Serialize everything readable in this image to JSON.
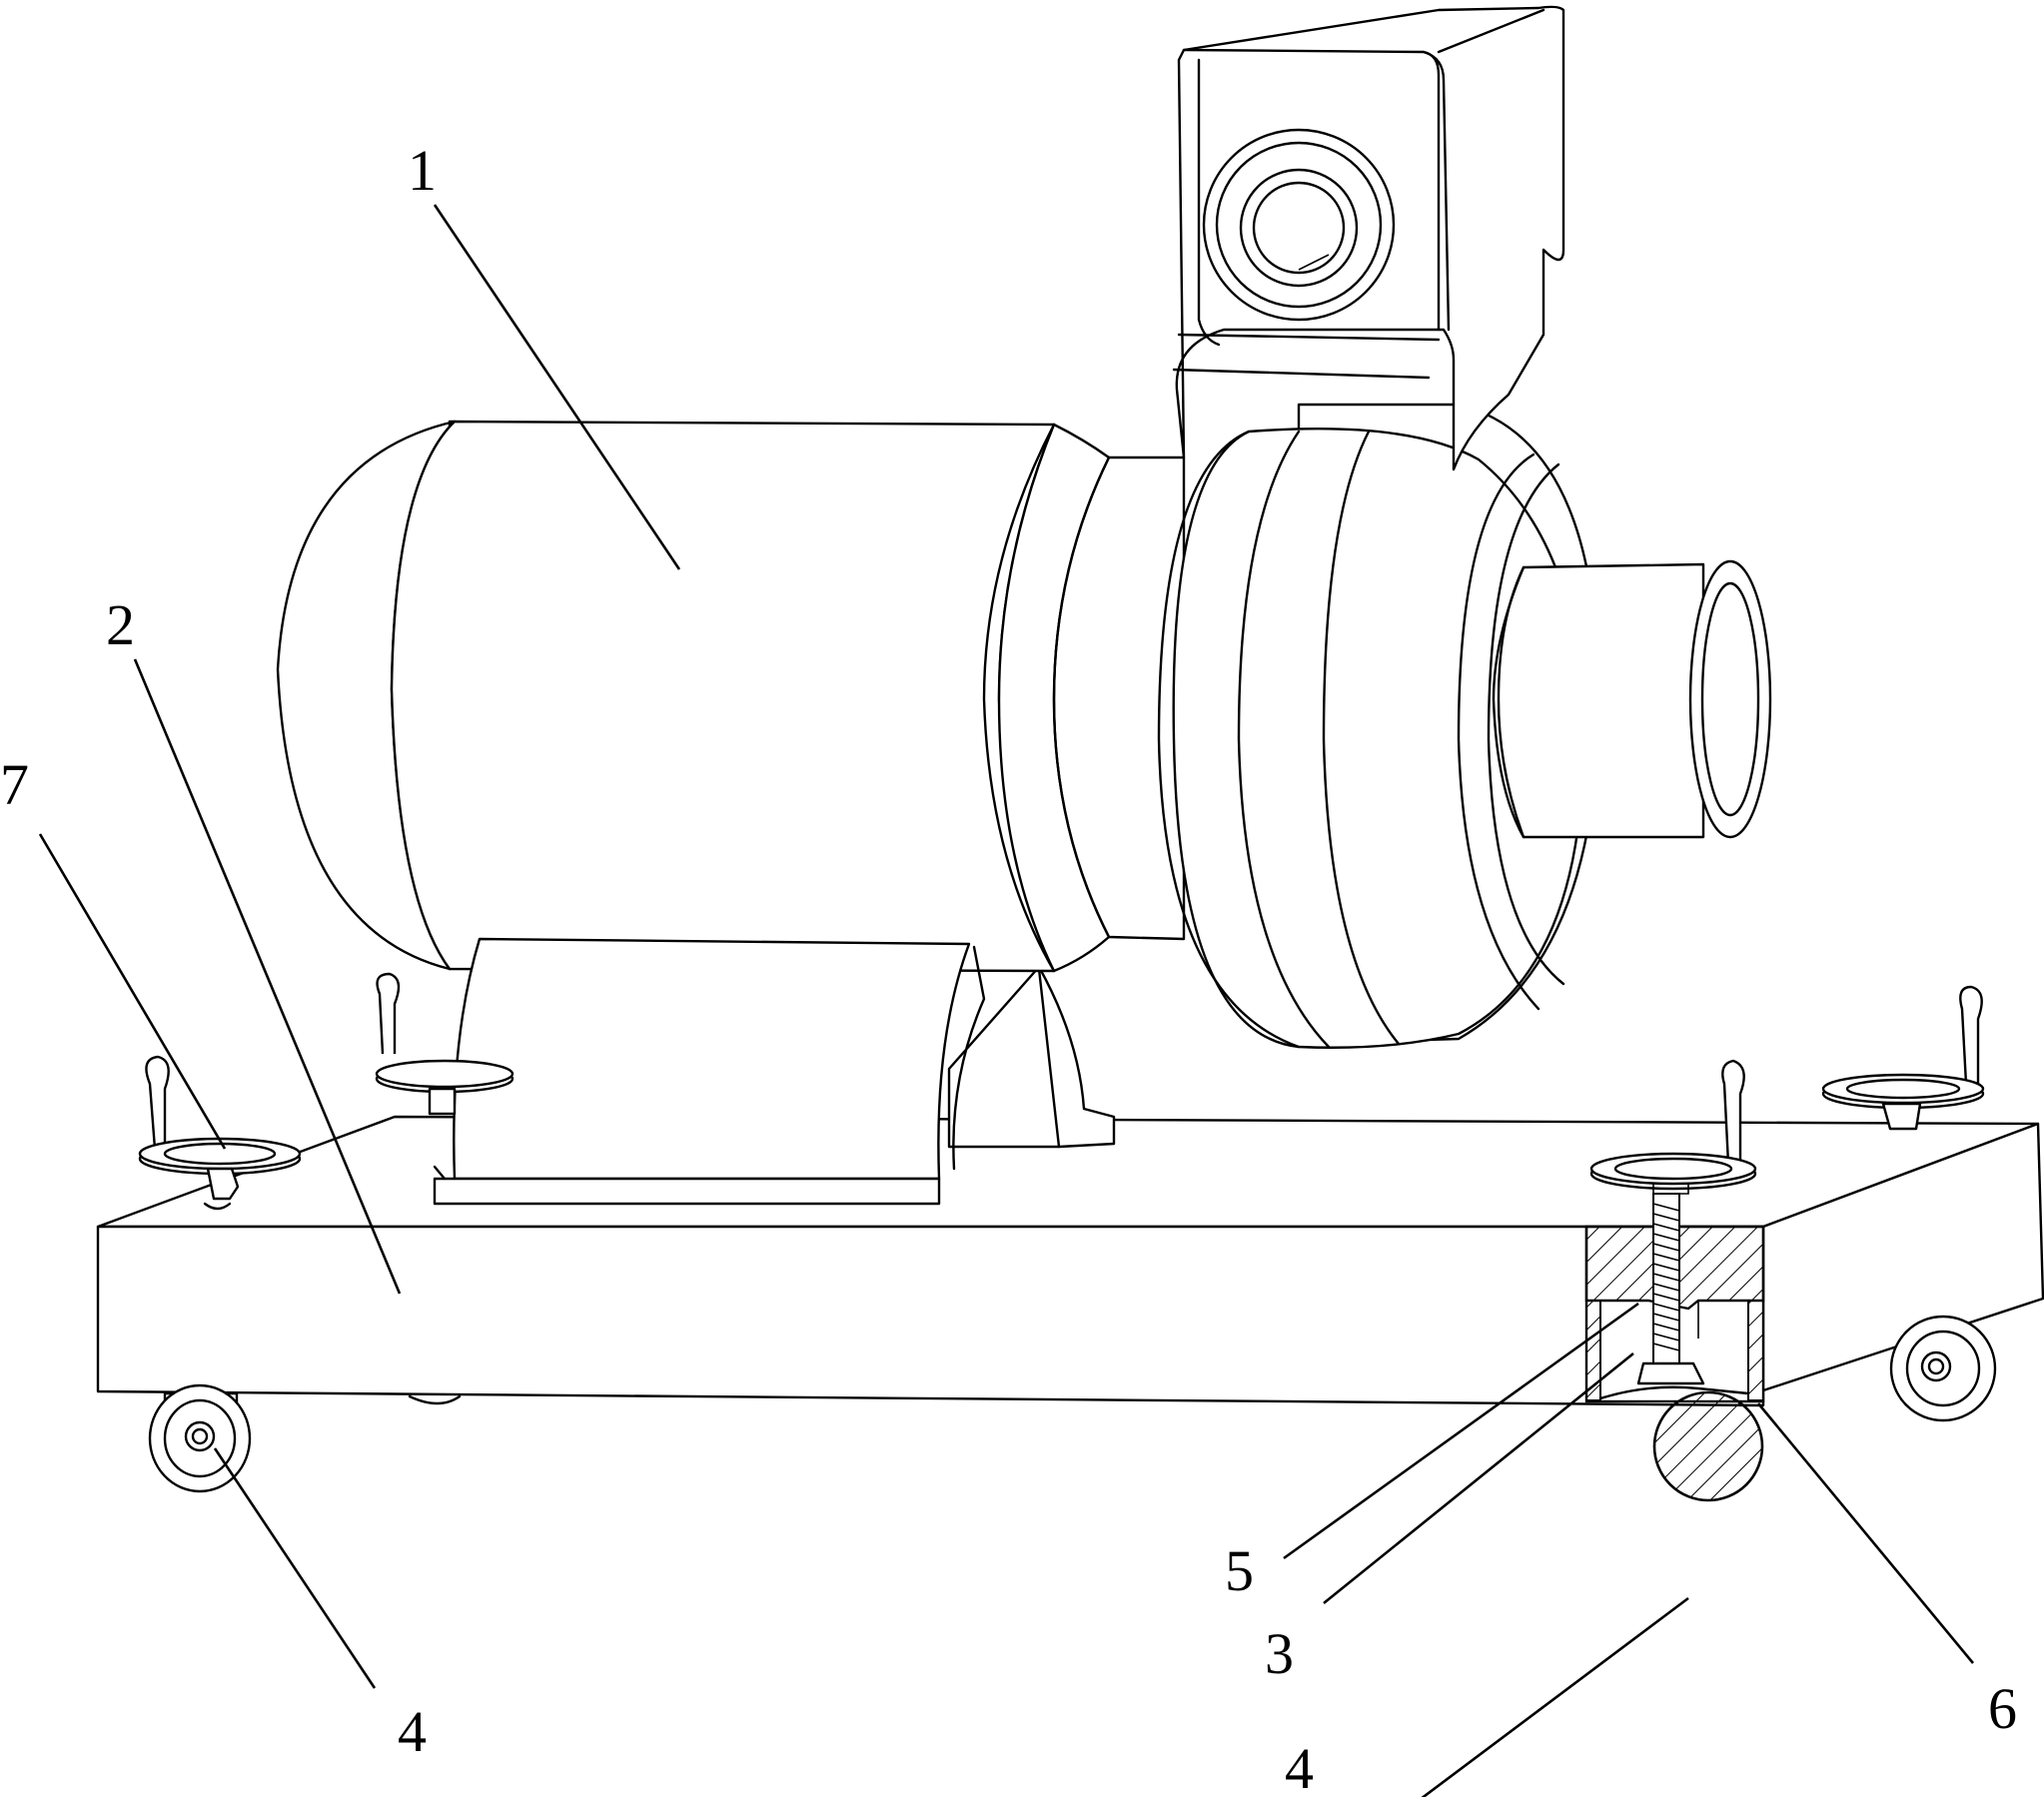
{
  "figure": {
    "labels": [
      {
        "id": "label-1",
        "text": "1",
        "part": "motor"
      },
      {
        "id": "label-2",
        "text": "2",
        "part": "base-plate"
      },
      {
        "id": "label-7",
        "text": "7",
        "part": "handwheel"
      },
      {
        "id": "label-4-left",
        "text": "4",
        "part": "caster-wheel"
      },
      {
        "id": "label-5",
        "text": "5",
        "part": "threaded-screw"
      },
      {
        "id": "label-3",
        "text": "3",
        "part": "cavity"
      },
      {
        "id": "label-4-right",
        "text": "4",
        "part": "caster-wheel-section"
      },
      {
        "id": "label-6",
        "text": "6",
        "part": "nut"
      }
    ]
  }
}
